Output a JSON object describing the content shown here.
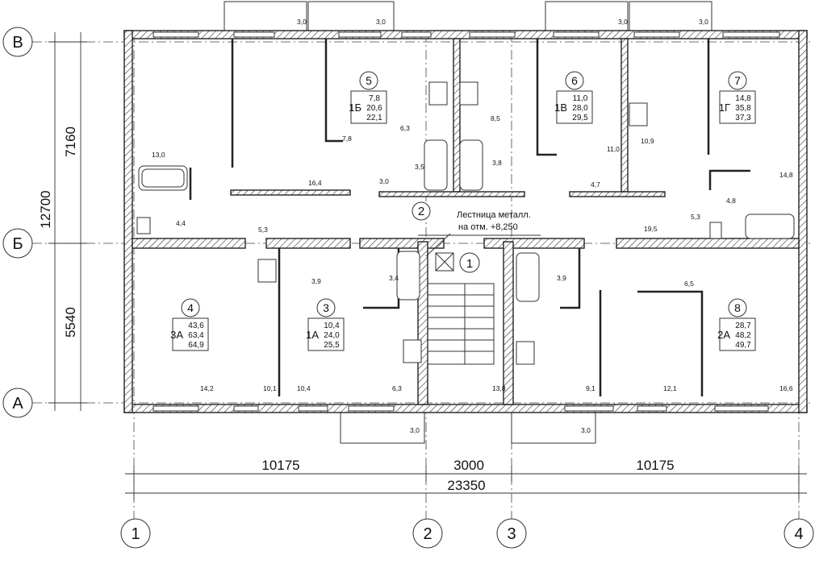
{
  "axes": {
    "rows": [
      "В",
      "Б",
      "А"
    ],
    "cols": [
      "1",
      "2",
      "3",
      "4"
    ]
  },
  "dimensions": {
    "vertical": [
      "7160",
      "12700",
      "5540"
    ],
    "horizontal": [
      "10175",
      "3000",
      "10175"
    ],
    "total": "23350"
  },
  "stair": {
    "note_line1": "Лестница металл.",
    "note_line2": "на отм. +8,250",
    "number": "1"
  },
  "apartments": [
    {
      "num": "5",
      "type": "1Б",
      "vals": [
        "7,8",
        "20,6",
        "22,1"
      ]
    },
    {
      "num": "6",
      "type": "1В",
      "vals": [
        "11,0",
        "28,0",
        "29,5"
      ]
    },
    {
      "num": "7",
      "type": "1Г",
      "vals": [
        "14,8",
        "35,8",
        "37,3"
      ]
    },
    {
      "num": "4",
      "type": "3А",
      "vals": [
        "43,6",
        "63,4",
        "64,9"
      ]
    },
    {
      "num": "3",
      "type": "1А",
      "vals": [
        "10,4",
        "24,0",
        "25,5"
      ]
    },
    {
      "num": "8",
      "type": "2А",
      "vals": [
        "28,7",
        "48,2",
        "49,7"
      ]
    }
  ],
  "room_areas": [
    "3,0",
    "3,0",
    "3,0",
    "3,0",
    "13,0",
    "16,4",
    "7,8",
    "6,3",
    "3,5",
    "3,0",
    "8,5",
    "3,8",
    "11,0",
    "10,9",
    "4,7",
    "14,8",
    "4,8",
    "4,4",
    "5,3",
    "5,3",
    "19,5",
    "3,9",
    "3,4",
    "3,9",
    "6,5",
    "14,2",
    "10,1",
    "10,4",
    "6,3",
    "13,8",
    "9,1",
    "12,1",
    "16,6",
    "3,0",
    "3,0",
    "2"
  ]
}
